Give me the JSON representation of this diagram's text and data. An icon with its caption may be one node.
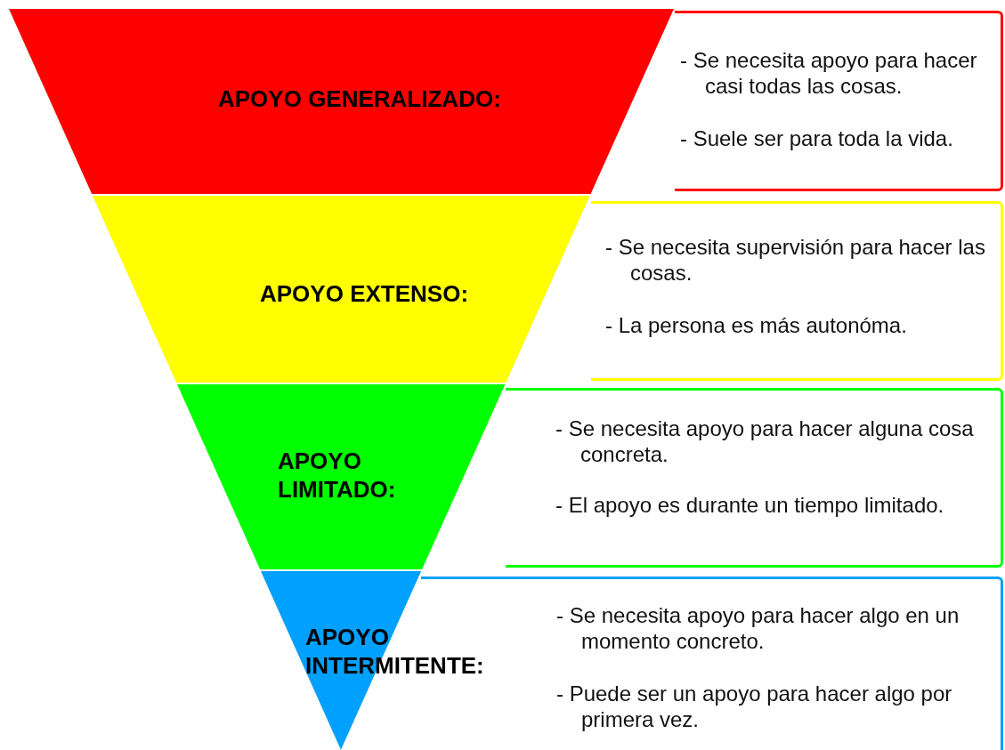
{
  "diagram": {
    "nodes": [
      {
        "text": [
          "APOYO GENERALIZADO:"
        ]
      },
      {
        "text": [
          "- Se necesita apoyo para hacer casi todas las cosas.",
          "- Suele ser para toda la vida."
        ]
      },
      {
        "text": [
          "APOYO EXTENSO:"
        ]
      },
      {
        "text": [
          "- Se necesita supervisión para hacer las cosas.",
          "- La persona es más autonóma."
        ]
      },
      {
        "text": [
          "APOYO LIMITADO:"
        ]
      },
      {
        "text": [
          "- Se necesita apoyo para hacer alguna cosa concreta.",
          "- El apoyo es durante un tiempo limitado."
        ]
      },
      {
        "text": [
          "APOYO INTERMITENTE:"
        ]
      },
      {
        "text": [
          "- Se necesita apoyo para hacer algo en un momento concreto.",
          "- Puede ser un apoyo para hacer algo por primera vez."
        ]
      }
    ]
  }
}
